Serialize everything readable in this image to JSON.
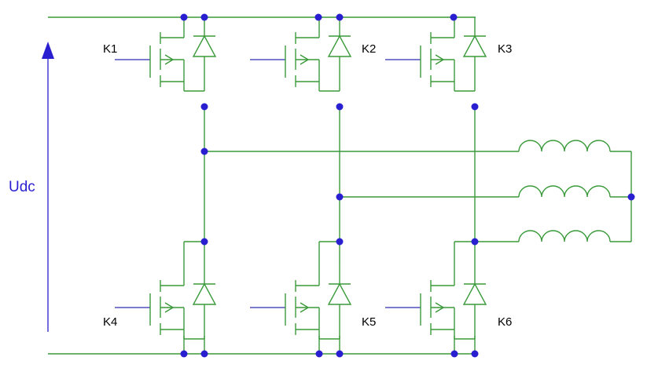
{
  "diagram": {
    "voltage_label": "Udc",
    "switches": [
      {
        "id": "sw-k1",
        "label": "K1"
      },
      {
        "id": "sw-k2",
        "label": "K2"
      },
      {
        "id": "sw-k3",
        "label": "K3"
      },
      {
        "id": "sw-k4",
        "label": "K4"
      },
      {
        "id": "sw-k5",
        "label": "K5"
      },
      {
        "id": "sw-k6",
        "label": "K6"
      }
    ],
    "colors": {
      "wire": "#3a9a3a",
      "node": "#2a1fd0",
      "gate": "#2a2ab0",
      "label": "#000000",
      "voltage": "#2a1fd0"
    }
  }
}
